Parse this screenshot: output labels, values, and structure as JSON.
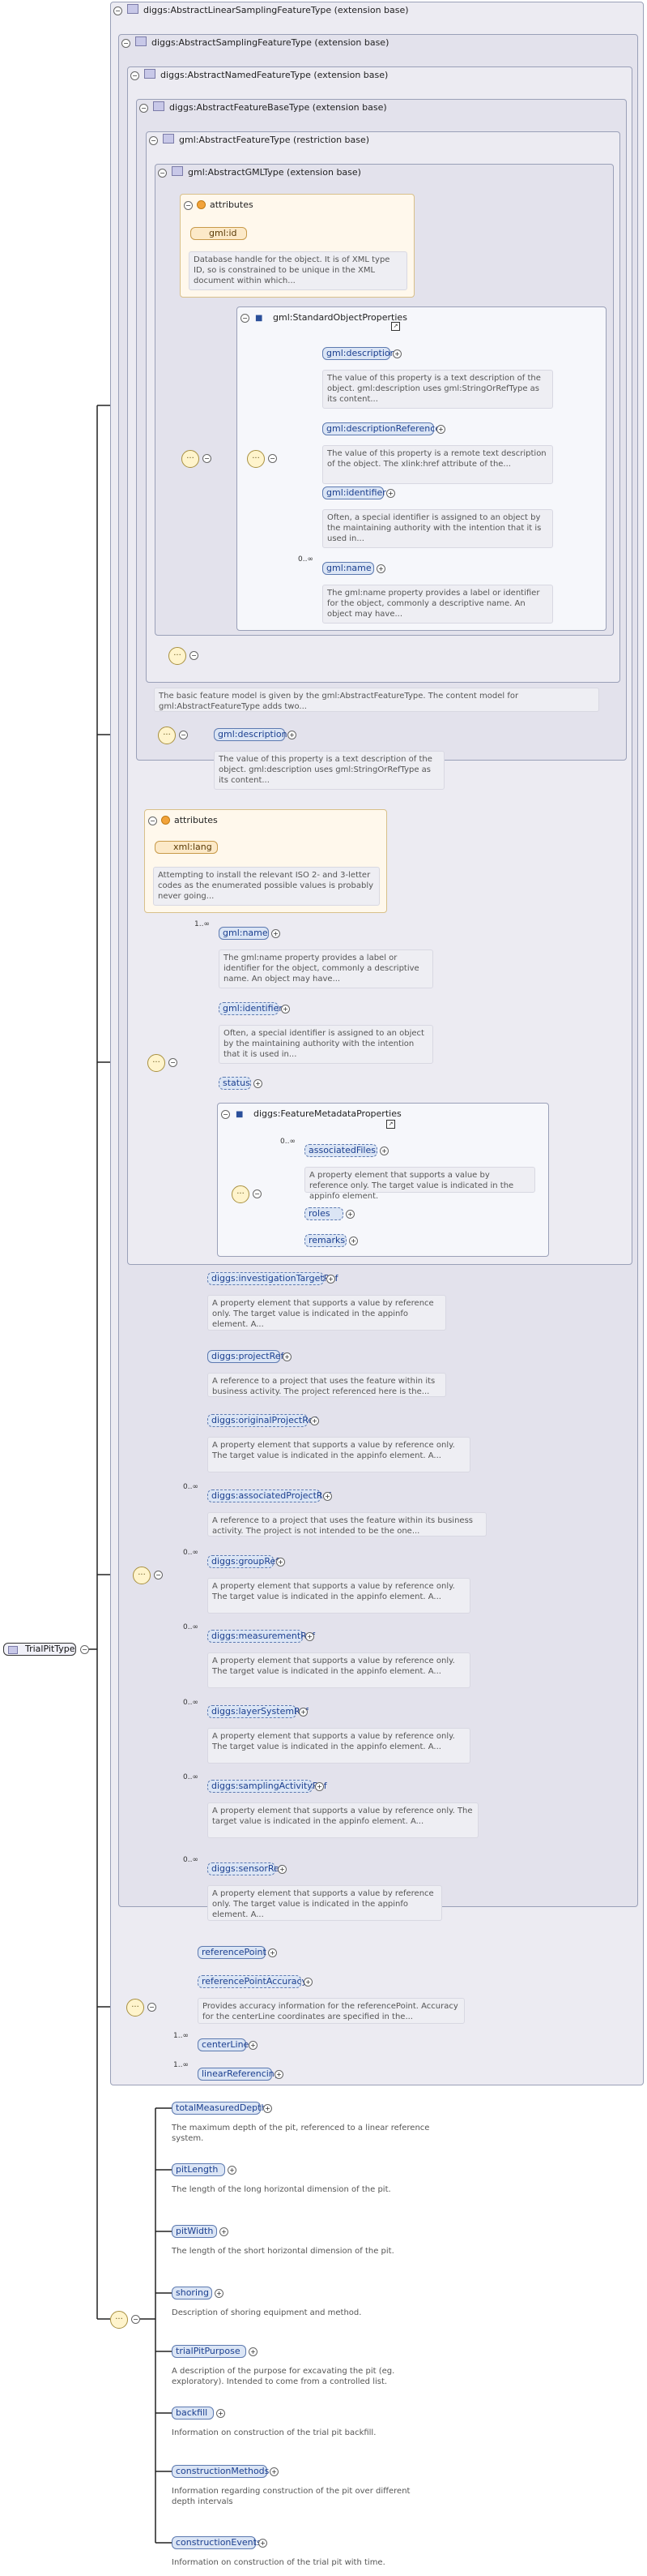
{
  "containers": [
    "diggs:AbstractLinearSamplingFeatureType (extension base)",
    "diggs:AbstractSamplingFeatureType (extension base)",
    "diggs:AbstractNamedFeatureType (extension base)",
    "diggs:AbstractFeatureBaseType (extension base)",
    "gml:AbstractFeatureType (restriction base)",
    "gml:AbstractGMLType (extension base)"
  ],
  "attributes_label": "attributes",
  "gml_id": {
    "name": "gml:id",
    "doc": "Database handle for the object. It is of XML type ID, so is constrained to be unique in the XML document within which..."
  },
  "sop": {
    "title": "gml:StandardObjectProperties",
    "items": [
      {
        "name": "gml:description",
        "occ": "",
        "doc": "The value of this property is a text description of the object. gml:description uses gml:StringOrRefType as its content..."
      },
      {
        "name": "gml:descriptionReference",
        "occ": "",
        "doc": "The value of this property is a remote text description of the object. The xlink:href attribute of the..."
      },
      {
        "name": "gml:identifier",
        "occ": "",
        "doc": "Often, a special identifier is assigned to an object by the maintaining authority with the intention that it is used in..."
      },
      {
        "name": "gml:name",
        "occ": "0..∞",
        "doc": "The gml:name property provides a label or identifier for the object, commonly a descriptive name. An object may have..."
      }
    ]
  },
  "feature_base_doc": "The basic feature model is given by the gml:AbstractFeatureType. The content model for gml:AbstractFeatureType adds two...",
  "feature_base_desc": {
    "name": "gml:description",
    "doc": "The value of this property is a text description of the object. gml:description uses gml:StringOrRefType as its content..."
  },
  "xml_lang": {
    "name": "xml:lang",
    "doc": "Attempting to install the relevant ISO 2- and 3-letter codes as the enumerated possible values is probably never going..."
  },
  "named": [
    {
      "name": "gml:name",
      "occ": "1..∞",
      "doc": "The gml:name property provides a label or identifier for the object, commonly a descriptive name. An object may have..."
    },
    {
      "name": "gml:identifier",
      "occ": "",
      "doc": "Often, a special identifier is assigned to an object by the maintaining authority with the intention that it is used in..."
    },
    {
      "name": "status",
      "occ": "",
      "doc": ""
    }
  ],
  "fmp": {
    "title": "diggs:FeatureMetadataProperties",
    "items": [
      {
        "name": "associatedFiles",
        "occ": "0..∞",
        "doc": "A property element that supports a value by reference only. The target value is indicated in the appinfo element."
      },
      {
        "name": "roles",
        "occ": "",
        "doc": ""
      },
      {
        "name": "remarks",
        "occ": "",
        "doc": ""
      }
    ]
  },
  "sampling": [
    {
      "name": "diggs:investigationTargetRef",
      "occ": "",
      "doc": "A property element that supports a value by reference only. The target value is indicated in the appinfo element. A..."
    },
    {
      "name": "diggs:projectRef",
      "occ": "",
      "doc": "A reference to a project that uses the feature within its business activity. The project referenced here is the..."
    },
    {
      "name": "diggs:originalProjectRef",
      "occ": "",
      "doc": "A property element that supports a value by reference only. The target value is indicated in the appinfo element. A..."
    },
    {
      "name": "diggs:associatedProjectRef",
      "occ": "0..∞",
      "doc": "A reference to a project that uses the feature within its business activity. The project is not intended to be the one..."
    },
    {
      "name": "diggs:groupRef",
      "occ": "0..∞",
      "doc": "A property element that supports a value by reference only. The target value is indicated in the appinfo element. A..."
    },
    {
      "name": "diggs:measurementRef",
      "occ": "0..∞",
      "doc": "A property element that supports a value by reference only. The target value is indicated in the appinfo element. A..."
    },
    {
      "name": "diggs:layerSystemRef",
      "occ": "0..∞",
      "doc": "A property element that supports a value by reference only. The target value is indicated in the appinfo element. A..."
    },
    {
      "name": "diggs:samplingActivityRef",
      "occ": "0..∞",
      "doc": "A property element that supports a value by reference only. The target value is indicated in the appinfo element. A..."
    },
    {
      "name": "diggs:sensorRef",
      "occ": "0..∞",
      "doc": "A property element that supports a value by reference only. The target value is indicated in the appinfo element. A..."
    }
  ],
  "linear": [
    {
      "name": "referencePoint",
      "occ": "",
      "doc": ""
    },
    {
      "name": "referencePointAccuracy",
      "occ": "",
      "doc": "Provides accuracy information for the referencePoint. Accuracy for the centerLine coordinates are specified in the..."
    },
    {
      "name": "centerLine",
      "occ": "1..∞",
      "doc": ""
    },
    {
      "name": "linearReferencing",
      "occ": "1..∞",
      "doc": ""
    }
  ],
  "root": "TrialPitType",
  "trialpit": [
    {
      "name": "totalMeasuredDepth",
      "doc": "The maximum depth of the pit, referenced to a linear reference system."
    },
    {
      "name": "pitLength",
      "doc": "The length of the long horizontal dimension of the pit."
    },
    {
      "name": "pitWidth",
      "doc": "The length of the short horizontal dimension of the pit."
    },
    {
      "name": "shoring",
      "doc": "Description of shoring equipment and method."
    },
    {
      "name": "trialPitPurpose",
      "doc": "A description of the purpose for excavating the pit (eg. exploratory). Intended to come from a controlled list."
    },
    {
      "name": "backfill",
      "doc": "Information on construction of the trial pit backfill."
    },
    {
      "name": "constructionMethods",
      "doc": "Information regarding construction of the pit over different depth intervals"
    },
    {
      "name": "constructionEvents",
      "doc": "Information on construction of the trial pit with time."
    }
  ]
}
